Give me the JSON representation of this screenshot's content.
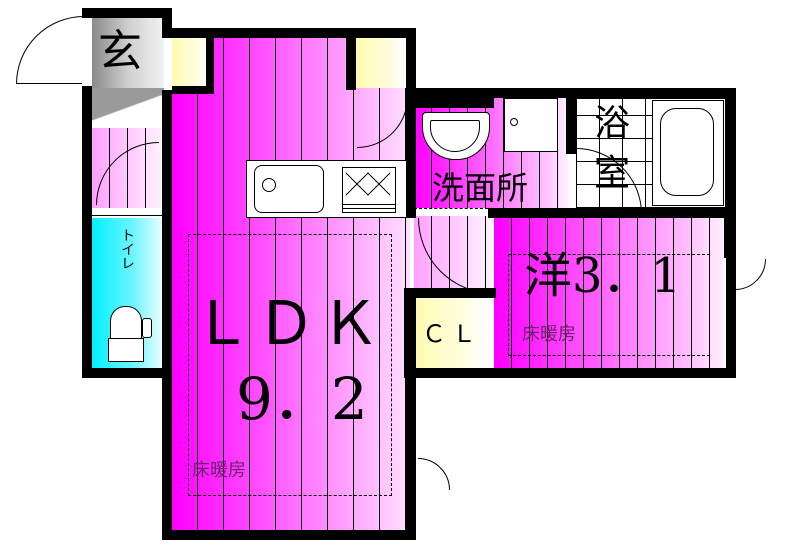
{
  "floor_plan": {
    "rooms": {
      "entrance": {
        "label": "玄"
      },
      "ldk": {
        "label": "ＬＤＫ",
        "size": "9．2",
        "note": "床暖房"
      },
      "washroom": {
        "label": "洗面所"
      },
      "bathroom": {
        "label_top": "浴",
        "label_bottom": "室"
      },
      "western_room": {
        "label": "洋3．1",
        "note": "床暖房"
      },
      "closet": {
        "label": "ＣＬ"
      },
      "toilet": {
        "label": "トイレ"
      }
    },
    "colors": {
      "floor_main": "#ff00ff",
      "storage": "#fffbb0",
      "toilet": "#00f0ff",
      "entrance": "#9a9a9a",
      "wall": "#000000"
    }
  }
}
